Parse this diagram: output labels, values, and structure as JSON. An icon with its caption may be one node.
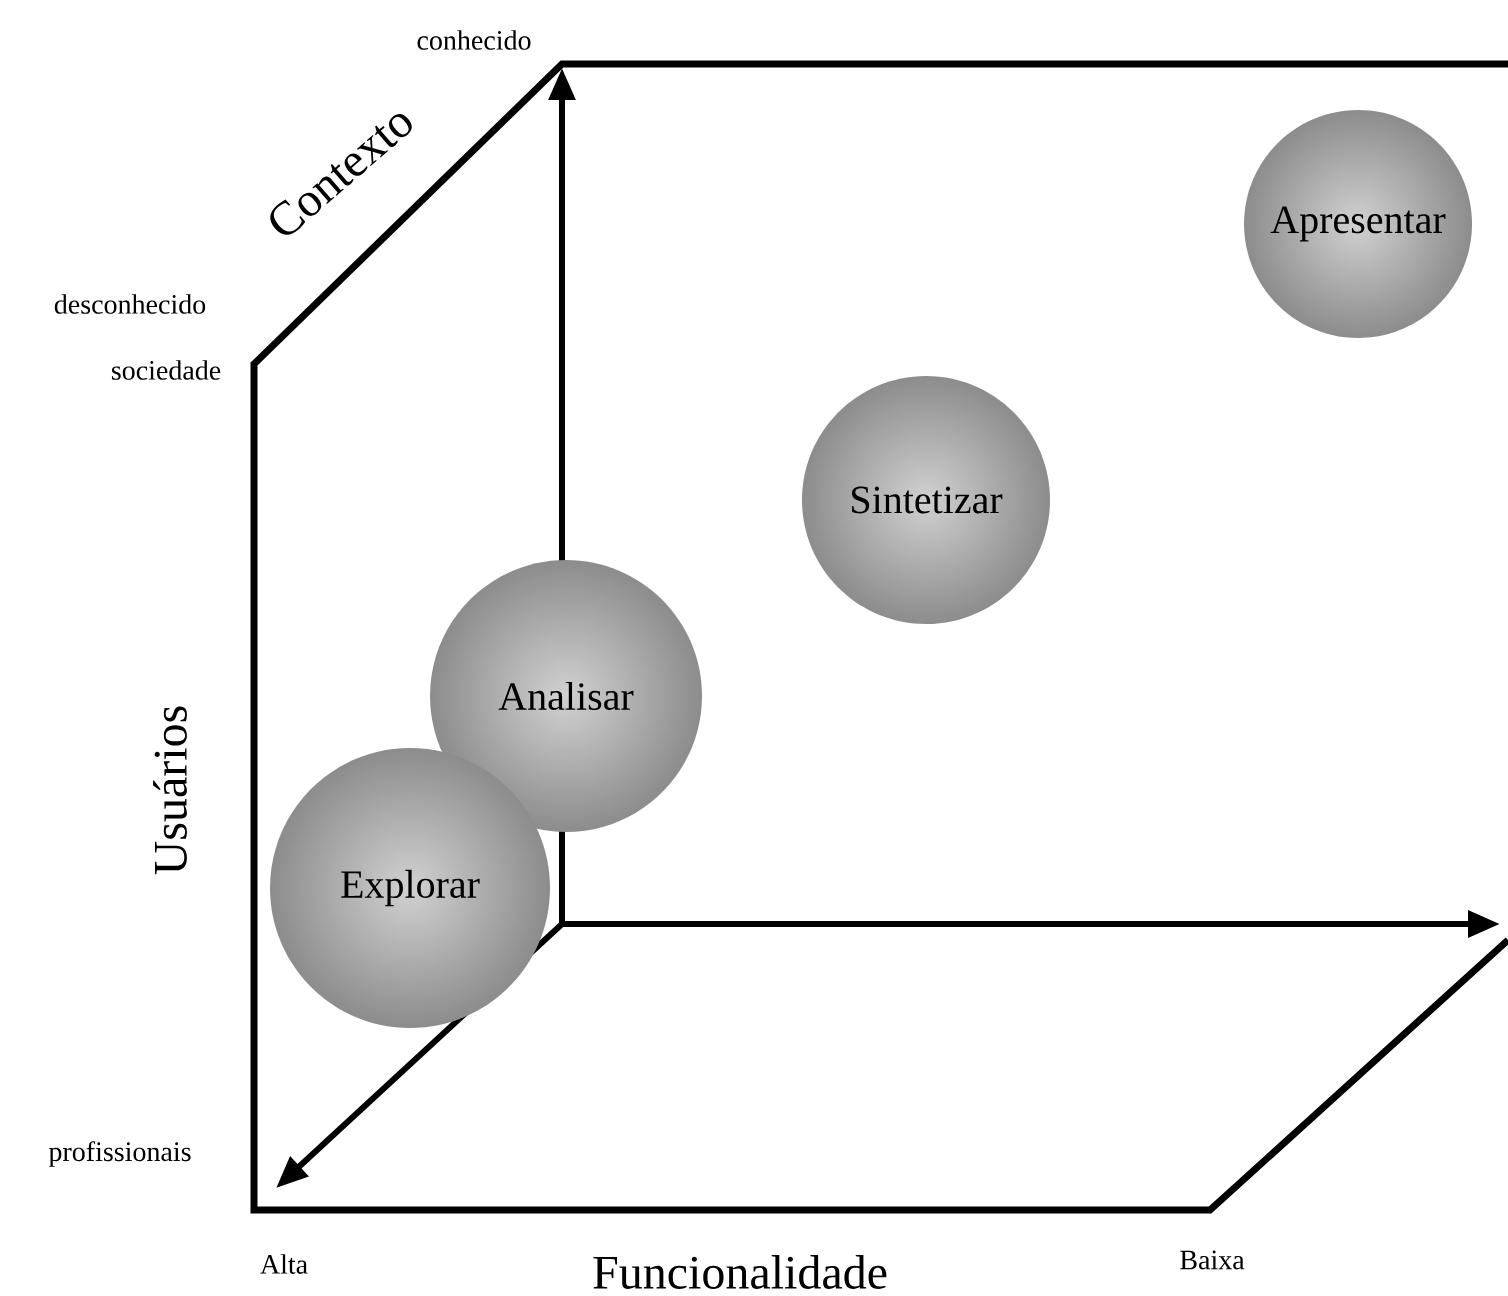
{
  "diagram": {
    "nodes": [
      {
        "text": [
          "Apresentar"
        ]
      },
      {
        "text": [
          "Sintetizar"
        ]
      },
      {
        "text": [
          "Analisar"
        ]
      },
      {
        "text": [
          "Explorar"
        ]
      }
    ],
    "labels": [
      "conhecido",
      "Contexto",
      "desconhecido",
      "sociedade",
      "Usuários",
      "profissionais",
      "Alta",
      "Funcionalidade",
      "Baixa"
    ]
  }
}
